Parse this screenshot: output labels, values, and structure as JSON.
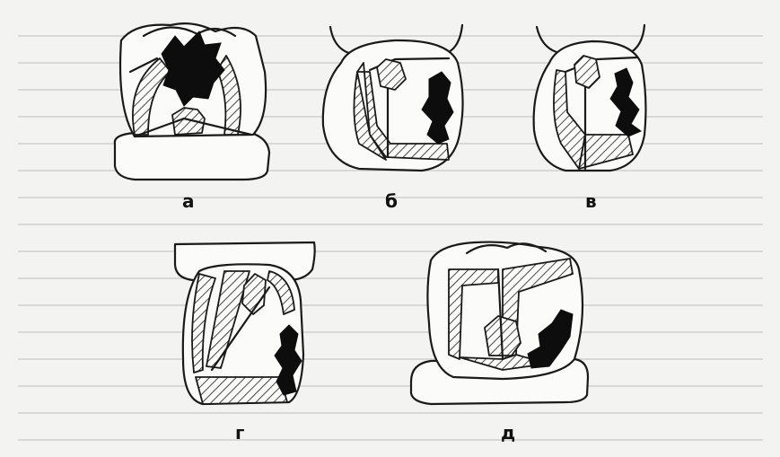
{
  "figure": {
    "panel_labels": {
      "a": "а",
      "b": "б",
      "v": "в",
      "g": "г",
      "d": "д"
    }
  }
}
